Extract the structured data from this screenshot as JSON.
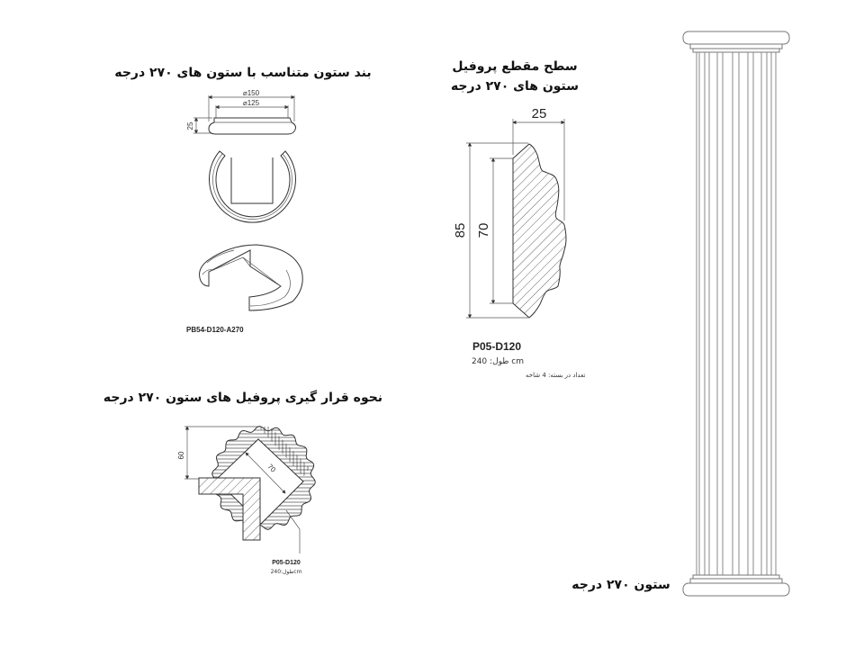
{
  "titles": {
    "ring_title": "بند ستون متناسب با ستون های ۲۷۰ درجه",
    "profile_title_line1": "سطح مقطع پروفیل",
    "profile_title_line2": "ستون های ۲۷۰ درجه",
    "placement_title": "نحوه قرار گیری پروفیل های ستون ۲۷۰ درجه",
    "column_caption": "ستون ۲۷۰ درجه"
  },
  "ring_drawing": {
    "outer_diameter": "⌀150",
    "inner_diameter": "⌀125",
    "height": "25",
    "code": "PB54-D120-A270"
  },
  "profile_drawing": {
    "width": "25",
    "total_height": "85",
    "face_height": "70",
    "code": "P05-D120",
    "length": "طول: 240 cm",
    "pack": "تعداد در بسته: 4 شاخه"
  },
  "placement_drawing": {
    "offset": "60",
    "width": "70",
    "code": "P05-D120",
    "length": "طول:240cm"
  },
  "colors": {
    "line": "#333333",
    "column_line": "#777777"
  }
}
